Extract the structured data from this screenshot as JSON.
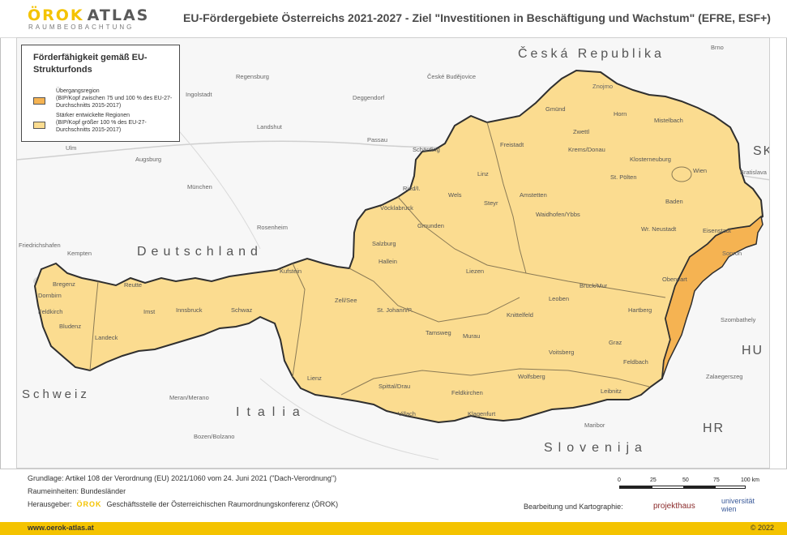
{
  "header": {
    "logo_main": "ÖROK",
    "logo_atlas": "ATLAS",
    "logo_sub": "RAUMBEOBACHTUNG",
    "title": "EU-Fördergebiete Österreichs 2021-2027 - Ziel \"Investitionen in Beschäftigung und Wachstum\" (EFRE, ESF+)"
  },
  "legend": {
    "title": "Förderfähigkeit gemäß EU-Strukturfonds",
    "items": [
      {
        "label": "Übergangsregion",
        "detail": "(BIP/Kopf zwischen 75 und 100 % des EU-27-Durchschnitts 2015-2017)",
        "color": "#f5b352"
      },
      {
        "label": "Stärker entwickelte Regionen",
        "detail": "(BIP/Kopf größer 100 % des EU-27-Durchschnitts 2015-2017)",
        "color": "#fbdc90"
      }
    ]
  },
  "map": {
    "colors": {
      "transition": "#f5b352",
      "developed": "#fbdc90",
      "background": "#f7f7f7",
      "border": "#2f2f2f"
    },
    "countries": [
      "Česká Republika",
      "Deutschland",
      "Schweiz",
      "Italia",
      "Slovenija",
      "SK",
      "HU",
      "HR"
    ],
    "cities_domestic": [
      "Gmünd",
      "Horn",
      "Zwettl",
      "Mistelbach",
      "Krems/Donau",
      "Freistadt",
      "Schärding",
      "Linz",
      "Ried/I.",
      "Wels",
      "Steyr",
      "Amstetten",
      "St. Pölten",
      "Klosterneuburg",
      "Wien",
      "Baden",
      "Vöcklabruck",
      "Gmunden",
      "Waidhofen/Ybbs",
      "Wr. Neustadt",
      "Eisenstadt",
      "Salzburg",
      "Hallein",
      "Liezen",
      "Bruck/Mur",
      "Leoben",
      "Knittelfeld",
      "Hartberg",
      "Oberwart",
      "Kufstein",
      "Zell/See",
      "St. Johann/P.",
      "Tamsweg",
      "Murau",
      "Graz",
      "Voitsberg",
      "Feldbach",
      "Innsbruck",
      "Schwaz",
      "Imst",
      "Reutte",
      "Landeck",
      "Bregenz",
      "Dornbirn",
      "Feldkirch",
      "Bludenz",
      "Lienz",
      "Spittal/Drau",
      "Feldkirchen",
      "Wolfsberg",
      "Villach",
      "Klagenfurt",
      "Leibnitz"
    ],
    "cities_foreign": [
      "Regensburg",
      "České Budějovice",
      "Znojmo",
      "Brno",
      "Deggendorf",
      "Ingolstadt",
      "Landshut",
      "Passau",
      "Ulm",
      "Augsburg",
      "München",
      "Rosenheim",
      "Friedrichshafen",
      "Kempten",
      "Bratislava",
      "Sopron",
      "Szombathely",
      "Zalaegerszeg",
      "Maribor",
      "Meran/Merano",
      "Bozen/Bolzano"
    ]
  },
  "footer": {
    "line1": "Grundlage: Artikel 108 der Verordnung (EU) 2021/1060 vom 24. Juni 2021 (\"Dach-Verordnung\")",
    "line2": "Raumeinheiten: Bundesländer",
    "line3_prefix": "Herausgeber:",
    "line3_orok": "ÖROK",
    "line3_suffix": "Geschäftsstelle der Österreichischen Raumordnungskonferenz (ÖROK)",
    "scale": [
      "0",
      "25",
      "50",
      "75",
      "100 km"
    ],
    "credits": "Bearbeitung und Kartographie:",
    "credit_logo1": "projekthaus",
    "credit_logo2": "universität wien",
    "url": "www.oerok-atlas.at",
    "year": "© 2022"
  }
}
